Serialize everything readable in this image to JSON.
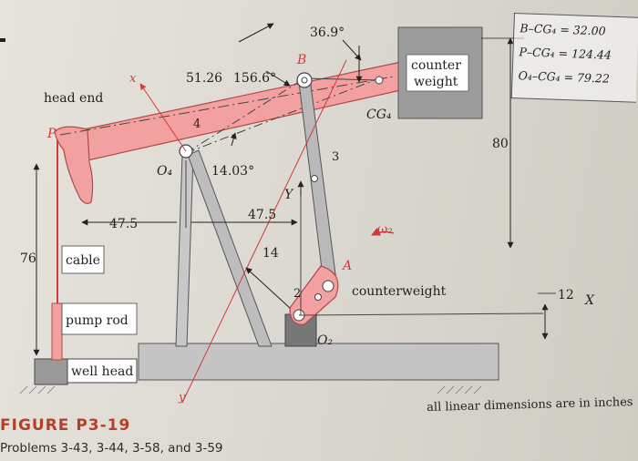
{
  "figure": {
    "title": "FIGURE P3-19",
    "subtitle": "Problems 3-43, 3-44, 3-58, and 3-59",
    "note": "all linear dimensions are in inches"
  },
  "dimensions_box": [
    "B–CG₄ = 32.00",
    "P–CG₄ = 124.44",
    "O₄–CG₄ = 79.22"
  ],
  "labels": {
    "head_end": "head end",
    "point_p": "P",
    "point_b": "B",
    "point_a": "A",
    "pivot_o4": "O₄",
    "pivot_o2": "O₂",
    "cg4": "CG₄",
    "link_2": "2",
    "link_3": "3",
    "link_4": "4",
    "axis_x_local": "x",
    "axis_y_local": "y",
    "axis_x_global": "X",
    "axis_y_global": "Y",
    "omega": "ω₂",
    "counter_weight_box": [
      "counter",
      "weight"
    ],
    "counterweight": "counterweight",
    "cable": "cable",
    "pump_rod": "pump rod",
    "well_head": "well head"
  },
  "dimensions": {
    "angle_top": "36.9°",
    "len_51": "51.26",
    "angle_156": "156.6°",
    "angle_14": "14.03°",
    "dim_47_left": "47.5",
    "dim_47_right": "47.5",
    "dim_14": "14",
    "dim_76": "76",
    "dim_80": "80",
    "dim_12": "12"
  },
  "colors": {
    "beam": "#f2a0a0",
    "beam_edge": "#b04a4a",
    "red_line": "#d23a3a",
    "link_gray": "#b9b9b9",
    "base_gray": "#c4c4c4"
  }
}
